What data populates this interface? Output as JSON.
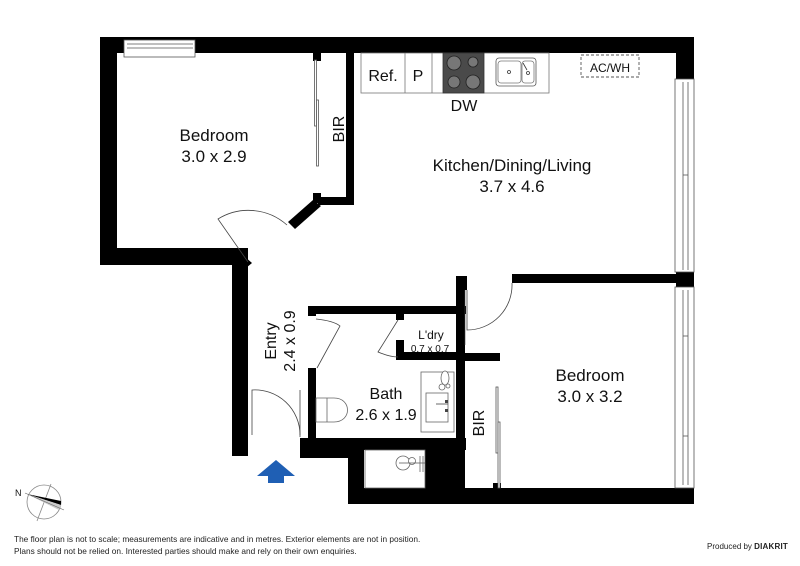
{
  "rooms": {
    "bedroom1": {
      "name": "Bedroom",
      "size": "3.0 x 2.9"
    },
    "bir1": {
      "name": "BIR"
    },
    "kitchen": {
      "name": "Kitchen/Dining/Living",
      "size": "3.7 x 4.6"
    },
    "ref": {
      "name": "Ref."
    },
    "pantry": {
      "name": "P"
    },
    "dw": {
      "name": "DW"
    },
    "acwh": {
      "name": "AC/WH"
    },
    "entry": {
      "name": "Entry",
      "size": "2.4 x 0.9"
    },
    "laundry": {
      "name": "L'dry",
      "size": "0.7 x 0.7"
    },
    "bath": {
      "name": "Bath",
      "size": "2.6 x 1.9"
    },
    "bedroom2": {
      "name": "Bedroom",
      "size": "3.0 x 3.2"
    },
    "bir2": {
      "name": "BIR"
    }
  },
  "compass": {
    "label": "N"
  },
  "entry_arrow": {
    "color": "#1f5fb4"
  },
  "colors": {
    "wall": "#000000",
    "appliance": "#555555"
  },
  "footer": {
    "disclaimer_line1": "The floor plan is not to scale; measurements are indicative and in metres. Exterior elements are not in position.",
    "disclaimer_line2": "Plans should not be relied on. Interested parties should make and rely on their own enquiries.",
    "credit_prefix": "Produced by ",
    "credit_brand": "DIAKRIT"
  }
}
